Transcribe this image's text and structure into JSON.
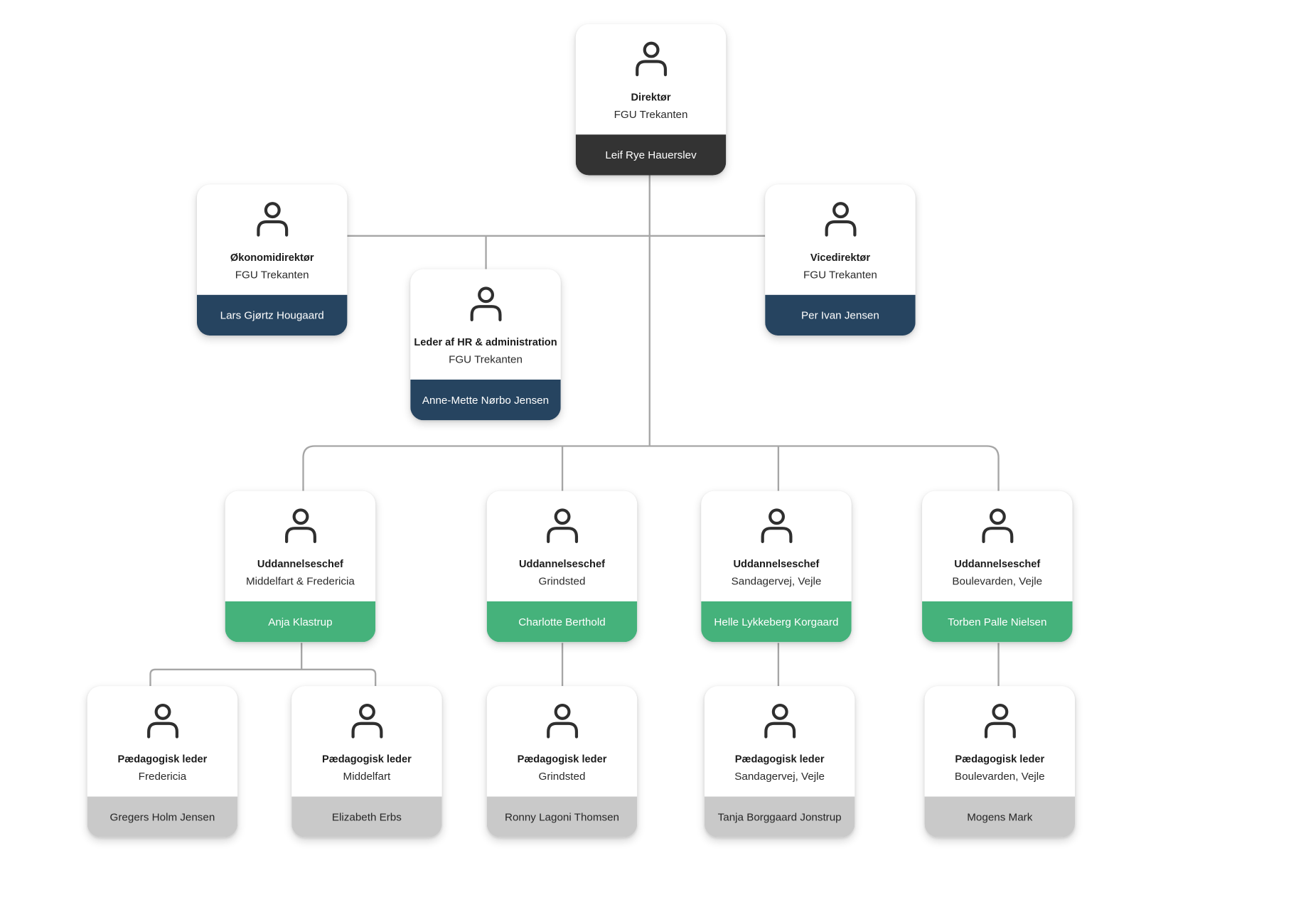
{
  "colors": {
    "connector": "#a6a6a6",
    "icon": "#2f2f2f",
    "band_director": "#333333",
    "band_management": "#264460",
    "band_education": "#45b27b",
    "band_pedagogical": "#c9c9c9"
  },
  "icon_name": "person-icon",
  "director": {
    "title": "Direktør",
    "subtitle": "FGU Trekanten",
    "name": "Leif Rye Hauerslev"
  },
  "management": [
    {
      "title": "Økonomidirektør",
      "subtitle": "FGU Trekanten",
      "name": "Lars Gjørtz Hougaard"
    },
    {
      "title": "Leder af HR & administration",
      "subtitle": "FGU Trekanten",
      "name": "Anne-Mette Nørbo Jensen"
    },
    {
      "title": "Vicedirektør",
      "subtitle": "FGU Trekanten",
      "name": "Per Ivan Jensen"
    }
  ],
  "education_chiefs": [
    {
      "title": "Uddannelseschef",
      "subtitle": "Middelfart & Fredericia",
      "name": "Anja Klastrup"
    },
    {
      "title": "Uddannelseschef",
      "subtitle": "Grindsted",
      "name": "Charlotte Berthold"
    },
    {
      "title": "Uddannelseschef",
      "subtitle": "Sandagervej, Vejle",
      "name": "Helle Lykkeberg Korgaard"
    },
    {
      "title": "Uddannelseschef",
      "subtitle": "Boulevarden, Vejle",
      "name": "Torben Palle Nielsen"
    }
  ],
  "pedagogical_leaders": [
    {
      "title": "Pædagogisk leder",
      "subtitle": "Fredericia",
      "name": "Gregers Holm Jensen"
    },
    {
      "title": "Pædagogisk leder",
      "subtitle": "Middelfart",
      "name": "Elizabeth Erbs"
    },
    {
      "title": "Pædagogisk leder",
      "subtitle": "Grindsted",
      "name": "Ronny Lagoni Thomsen"
    },
    {
      "title": "Pædagogisk leder",
      "subtitle": "Sandagervej, Vejle",
      "name": "Tanja Borggaard Jonstrup"
    },
    {
      "title": "Pædagogisk leder",
      "subtitle": "Boulevarden, Vejle",
      "name": "Mogens Mark"
    }
  ]
}
